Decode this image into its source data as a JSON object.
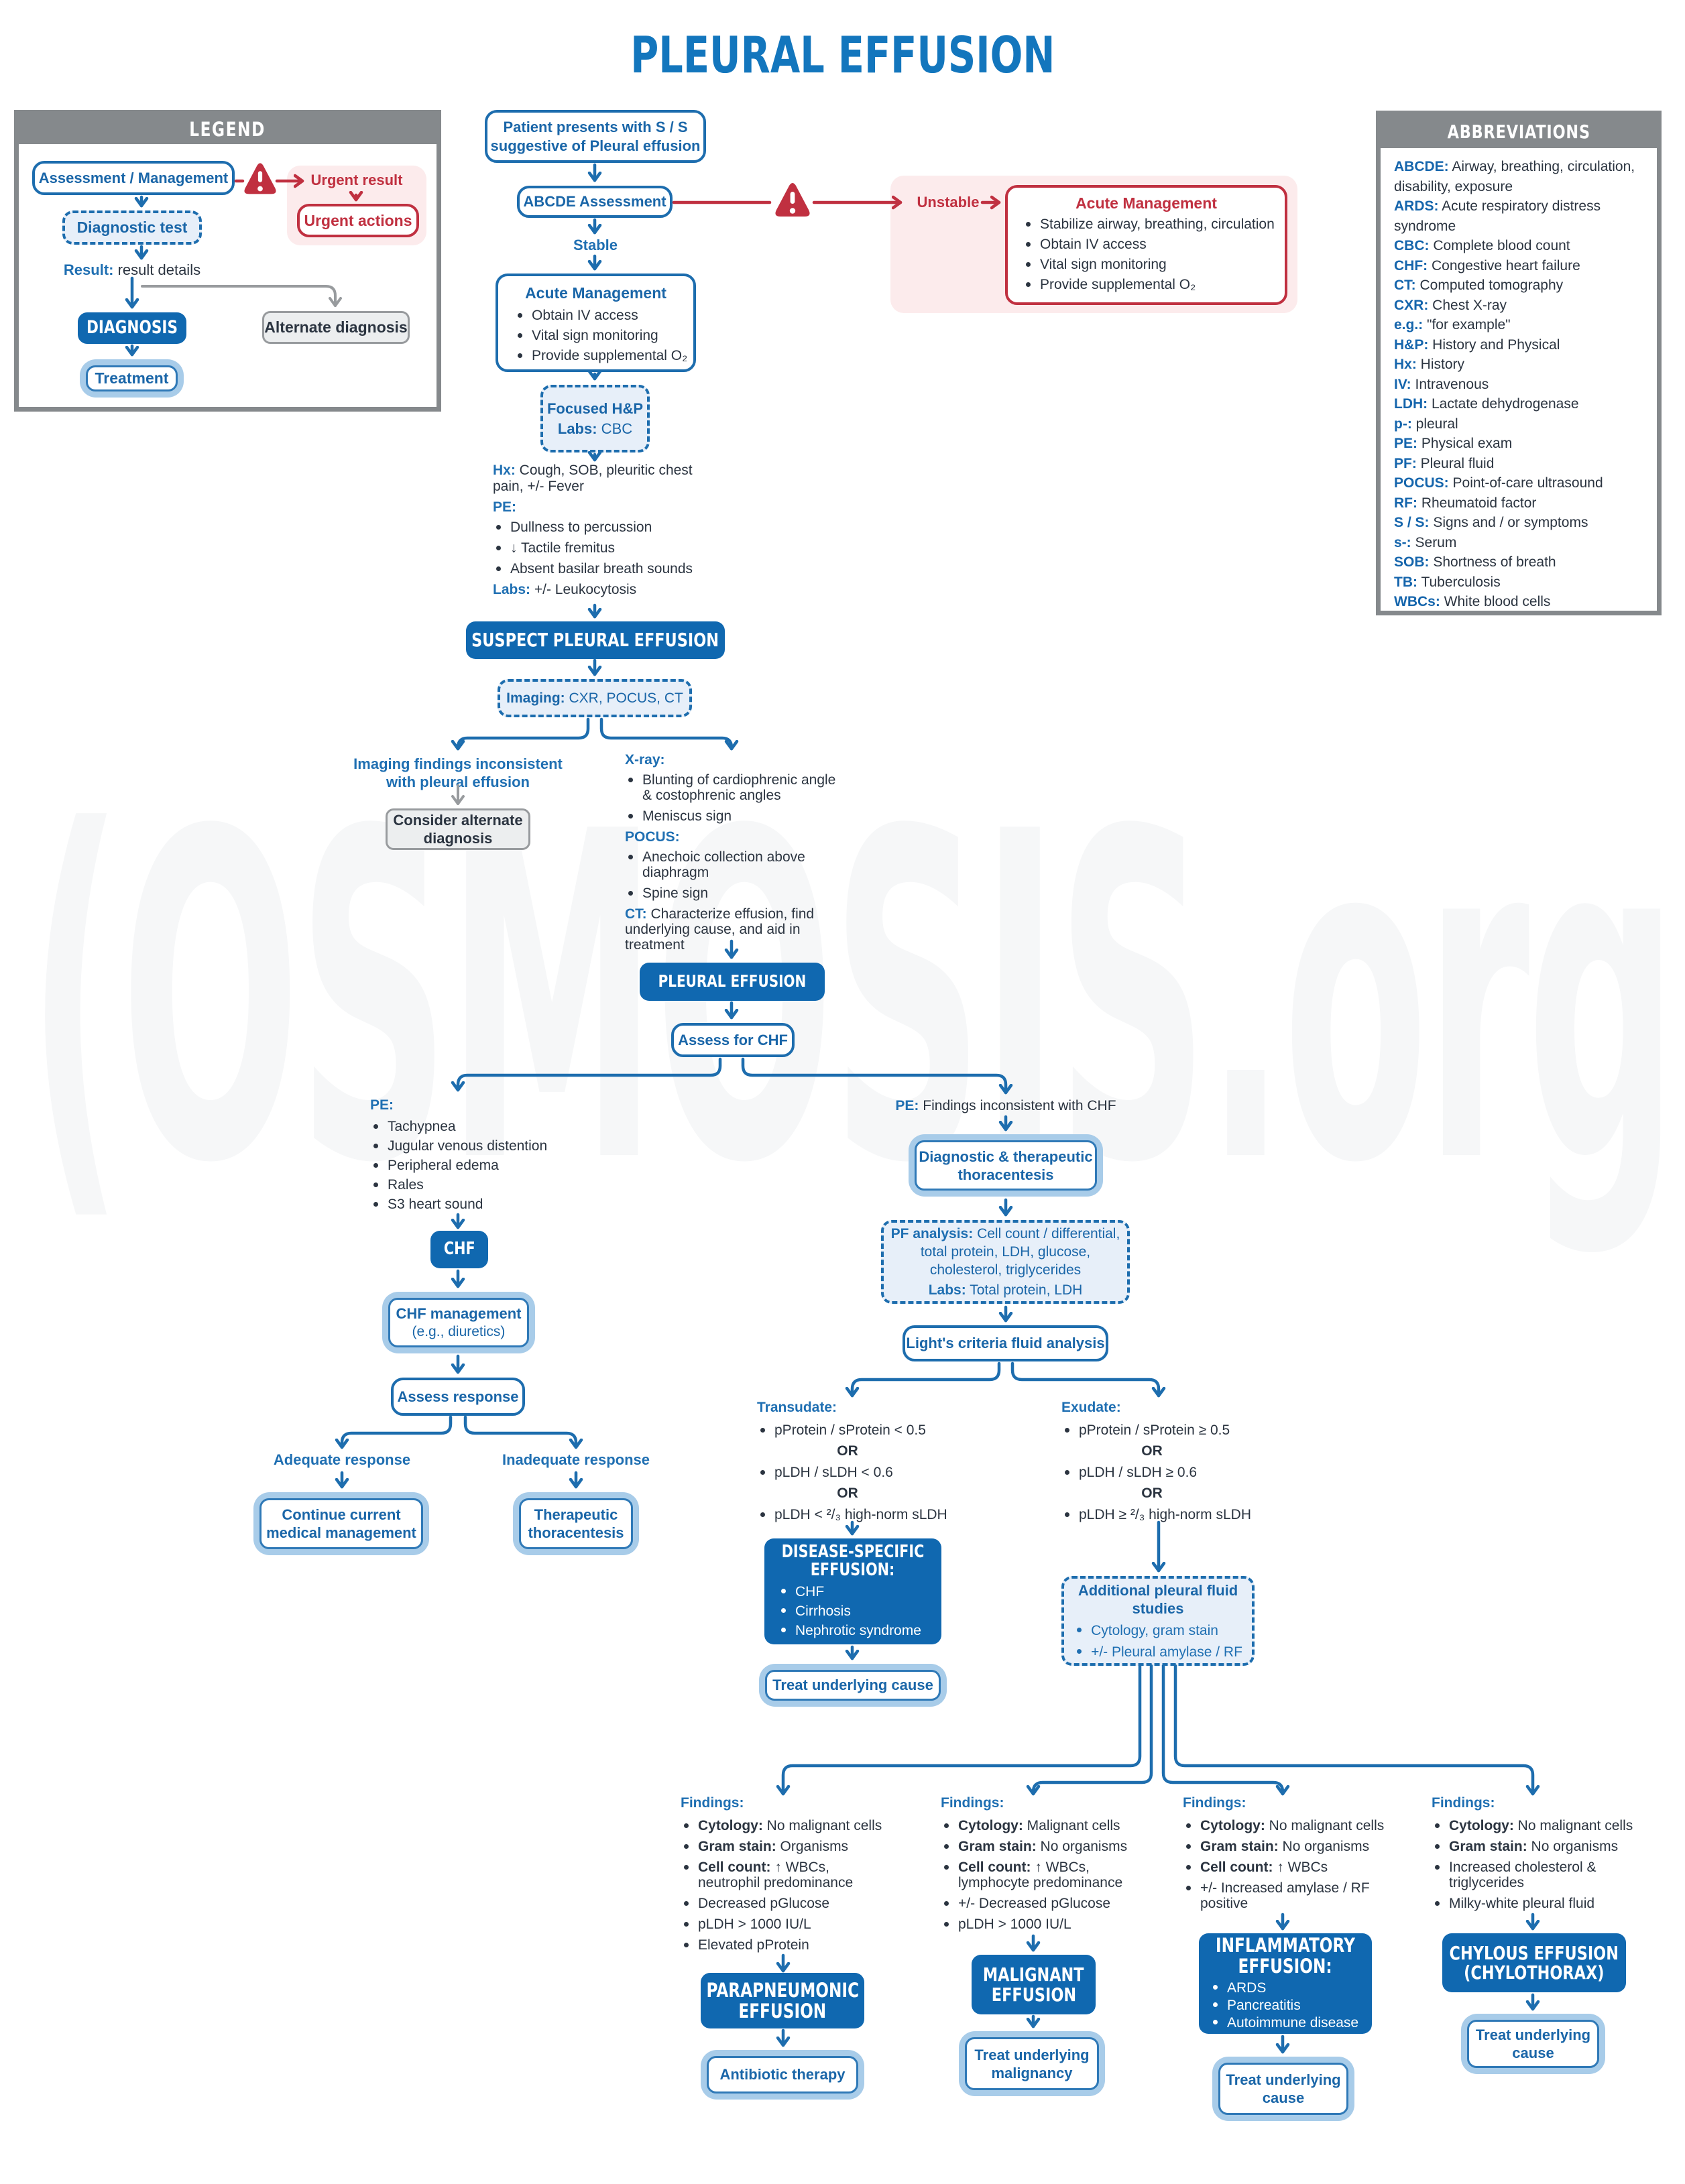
{
  "title": "PLEURAL EFFUSION",
  "watermark": "(OSMOSIS.org",
  "colors": {
    "blue_stroke": "#1d6dae",
    "blue_fill": "#1068b0",
    "blue_text": "#1a66a8",
    "light_fill": "#e7eff9",
    "ring": "#a8cce9",
    "dark_text": "#2b3440",
    "red": "#c03040",
    "pink": "#fcebec",
    "grey": "#85898c"
  },
  "legend": {
    "header": "LEGEND",
    "assessment": "Assessment / Management",
    "urgent_result": "Urgent result",
    "urgent_actions": "Urgent actions",
    "diagnostic_test": "Diagnostic test",
    "result": {
      "label": "Result:",
      "text": " result details"
    },
    "diagnosis": "DIAGNOSIS",
    "alternate": "Alternate diagnosis",
    "treatment": "Treatment"
  },
  "abbreviations": {
    "header": "ABBREVIATIONS",
    "items": [
      {
        "abbr": "ABCDE:",
        "text": " Airway, breathing, circulation, disability, exposure"
      },
      {
        "abbr": "ARDS:",
        "text": " Acute respiratory distress syndrome"
      },
      {
        "abbr": "CBC:",
        "text": " Complete blood count"
      },
      {
        "abbr": "CHF:",
        "text": " Congestive heart failure"
      },
      {
        "abbr": "CT:",
        "text": " Computed tomography"
      },
      {
        "abbr": "CXR:",
        "text": " Chest X-ray"
      },
      {
        "abbr": "e.g.:",
        "text": " \"for example\""
      },
      {
        "abbr": "H&P:",
        "text": " History and Physical"
      },
      {
        "abbr": "Hx:",
        "text": " History"
      },
      {
        "abbr": "IV:",
        "text": " Intravenous"
      },
      {
        "abbr": "LDH:",
        "text": " Lactate dehydrogenase"
      },
      {
        "abbr": "p-:",
        "text": " pleural"
      },
      {
        "abbr": "PE:",
        "text": " Physical exam"
      },
      {
        "abbr": "PF:",
        "text": " Pleural fluid"
      },
      {
        "abbr": "POCUS:",
        "text": " Point-of-care ultrasound"
      },
      {
        "abbr": "RF:",
        "text": " Rheumatoid factor"
      },
      {
        "abbr": "S / S:",
        "text": " Signs and / or symptoms"
      },
      {
        "abbr": "s-:",
        "text": " Serum"
      },
      {
        "abbr": "SOB:",
        "text": " Shortness of breath"
      },
      {
        "abbr": "TB:",
        "text": " Tuberculosis"
      },
      {
        "abbr": "WBCs:",
        "text": " White blood cells"
      }
    ]
  },
  "flow": {
    "patient": {
      "line1": "Patient presents with S / S",
      "line2": "suggestive of ",
      "line2_bold": "Pleural effusion"
    },
    "abcde": "ABCDE Assessment",
    "unstable": "Unstable",
    "acute_unstable": {
      "title": "Acute Management",
      "bullets": [
        "Stabilize airway, breathing, circulation",
        "Obtain IV access",
        "Vital sign monitoring",
        "Provide supplemental O₂"
      ]
    },
    "stable": "Stable",
    "acute_stable": {
      "title": "Acute Management",
      "bullets": [
        "Obtain IV access",
        "Vital sign monitoring",
        "Provide supplemental O₂"
      ]
    },
    "focused": {
      "line1": "Focused H&P",
      "labs": {
        "label": "Labs:",
        "text": " CBC"
      }
    },
    "workup": {
      "hx": {
        "label": "Hx:",
        "text": " Cough, SOB, pleuritic chest pain, +/- Fever"
      },
      "pe_label": "PE:",
      "bullets": [
        "Dullness to percussion",
        "↓ Tactile fremitus",
        "Absent basilar breath sounds"
      ],
      "labs": {
        "label": "Labs:",
        "text": " +/- Leukocytosis"
      }
    },
    "suspect": "SUSPECT PLEURAL EFFUSION",
    "imaging": {
      "label": "Imaging:",
      "text": " CXR, POCUS, CT"
    },
    "imaging_inconsistent": "Imaging findings inconsistent with pleural effusion",
    "consider_alternate": "Consider alternate diagnosis",
    "imaging_findings": {
      "xray_label": "X-ray:",
      "xray_bullets": [
        "Blunting of cardiophrenic angle & costophrenic angles",
        "Meniscus sign"
      ],
      "pocus_label": "POCUS:",
      "pocus_bullets": [
        "Anechoic collection above diaphragm",
        "Spine sign"
      ],
      "ct": {
        "label": "CT:",
        "text": " Characterize effusion, find underlying cause, and aid in treatment"
      }
    },
    "pleural_effusion": "PLEURAL EFFUSION",
    "assess_chf": "Assess for CHF",
    "chf_findings": {
      "label": "PE:",
      "bullets": [
        "Tachypnea",
        "Jugular venous distention",
        "Peripheral edema",
        "Rales",
        "S3 heart sound"
      ]
    },
    "chf": "CHF",
    "chf_mgmt": {
      "line1": "CHF management",
      "line2": "(e.g., diuretics)"
    },
    "assess_response": "Assess response",
    "adequate": "Adequate response",
    "inadequate": "Inadequate response",
    "continue_mgmt": "Continue current medical management",
    "therapeutic_thoracentesis": "Therapeutic thoracentesis",
    "pe_inconsistent": {
      "label": "PE:",
      "text": " Findings inconsistent with CHF"
    },
    "diagnostic_thoracentesis": "Diagnostic & therapeutic thoracentesis",
    "pf_analysis": {
      "label": "PF analysis:",
      "text": " Cell count / differential, total protein, LDH, glucose, cholesterol, triglycerides",
      "labs": {
        "label": "Labs:",
        "text": " Total protein, LDH"
      }
    },
    "lights": "Light's criteria fluid analysis",
    "transudate": {
      "label": "Transudate:",
      "b1": "pProtein / sProtein < 0.5",
      "or1": "OR",
      "b2": "pLDH / sLDH < 0.6",
      "or2": "OR",
      "b3": "pLDH < ²/₃ high-norm sLDH"
    },
    "exudate": {
      "label": "Exudate:",
      "b1": "pProtein / sProtein ≥ 0.5",
      "or1": "OR",
      "b2": "pLDH / sLDH ≥ 0.6",
      "or2": "OR",
      "b3": "pLDH ≥ ²/₃ high-norm sLDH"
    },
    "disease_specific": {
      "title1": "DISEASE-SPECIFIC",
      "title2": "EFFUSION:",
      "bullets": [
        "CHF",
        "Cirrhosis",
        "Nephrotic syndrome"
      ]
    },
    "treat_underlying_cause": "Treat underlying cause",
    "additional": {
      "title1": "Additional pleural fluid",
      "title2": "studies",
      "bullets": [
        "Cytology, gram stain",
        "+/- Pleural amylase / RF"
      ]
    },
    "findings_label": "Findings:",
    "parapneumonic": {
      "bullets": [
        {
          "label": "Cytology:",
          "text": " No malignant cells"
        },
        {
          "label": "Gram stain:",
          "text": " Organisms"
        },
        {
          "label": "Cell count:",
          "text": " ↑ WBCs, neutrophil predominance"
        },
        {
          "label": "",
          "text": "Decreased pGlucose"
        },
        {
          "label": "",
          "text": "pLDH > 1000 IU/L"
        },
        {
          "label": "",
          "text": "Elevated pProtein"
        }
      ],
      "box1": "PARAPNEUMONIC",
      "box2": "EFFUSION",
      "treatment": "Antibiotic therapy"
    },
    "malignant": {
      "bullets": [
        {
          "label": "Cytology:",
          "text": " Malignant cells"
        },
        {
          "label": "Gram stain:",
          "text": " No organisms"
        },
        {
          "label": "Cell count:",
          "text": " ↑ WBCs, lymphocyte predominance"
        },
        {
          "label": "",
          "text": "+/- Decreased pGlucose"
        },
        {
          "label": "",
          "text": "pLDH > 1000 IU/L"
        }
      ],
      "box1": "MALIGNANT",
      "box2": "EFFUSION",
      "treatment": "Treat underlying malignancy"
    },
    "inflammatory": {
      "bullets": [
        {
          "label": "Cytology:",
          "text": " No malignant cells"
        },
        {
          "label": "Gram stain:",
          "text": " No organisms"
        },
        {
          "label": "Cell count:",
          "text": " ↑ WBCs"
        },
        {
          "label": "",
          "text": "+/- Increased amylase / RF positive"
        }
      ],
      "box1": "INFLAMMATORY",
      "box2": "EFFUSION:",
      "box_bullets": [
        "ARDS",
        "Pancreatitis",
        "Autoimmune disease"
      ],
      "treatment": "Treat underlying cause"
    },
    "chylous": {
      "bullets": [
        {
          "label": "Cytology:",
          "text": " No malignant cells"
        },
        {
          "label": "Gram stain:",
          "text": " No organisms"
        },
        {
          "label": "",
          "text": "Increased cholesterol & triglycerides"
        },
        {
          "label": "",
          "text": "Milky-white pleural fluid"
        }
      ],
      "box1": "CHYLOUS EFFUSION",
      "box2": "(CHYLOTHORAX)",
      "treatment": "Treat underlying cause"
    }
  }
}
